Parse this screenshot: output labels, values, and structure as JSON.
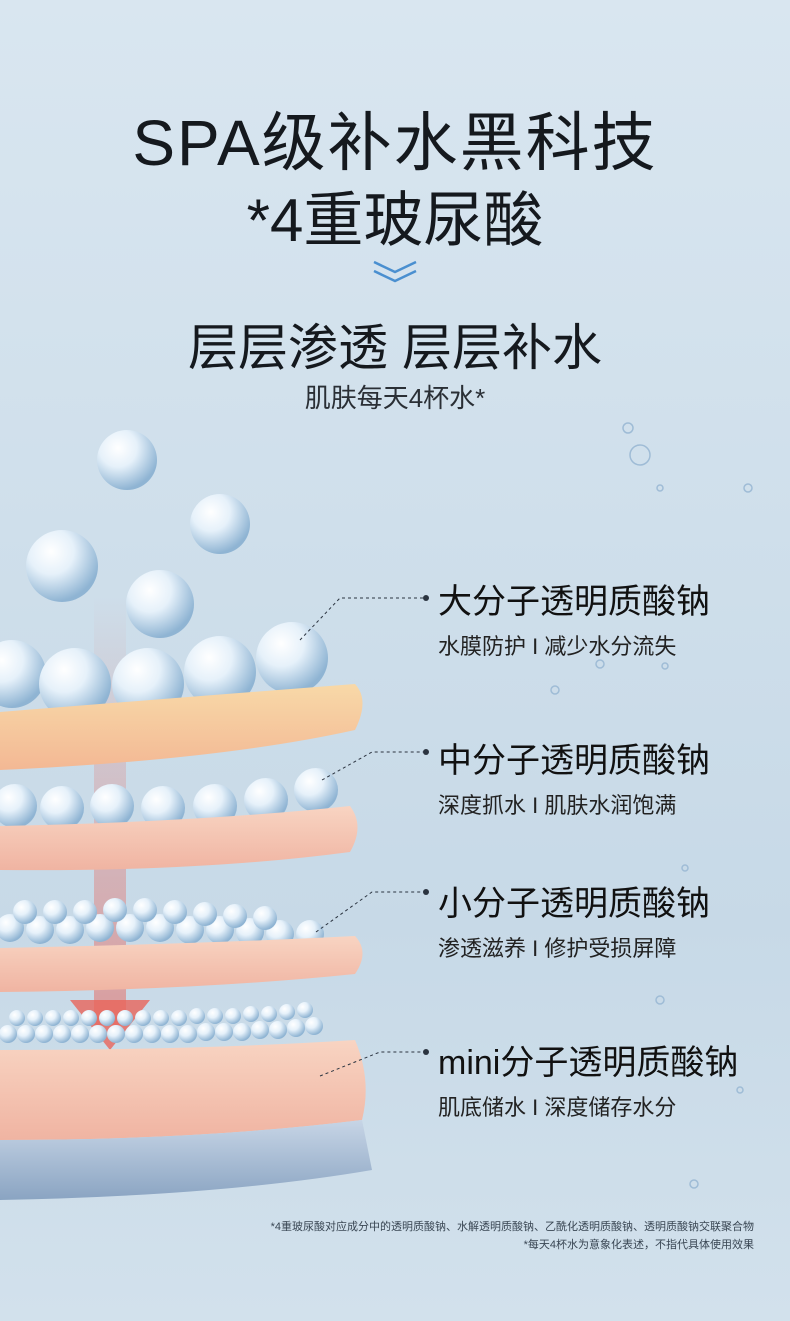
{
  "headline": {
    "line1": "SPA级补水黑科技",
    "line2": "*4重玻尿酸"
  },
  "subheadline": "层层渗透 层层补水",
  "tagline": "肌肤每天4杯水*",
  "layers": [
    {
      "name": "大分子透明质酸钠",
      "desc": "水膜防护 I 减少水分流失"
    },
    {
      "name": "中分子透明质酸钠",
      "desc": "深度抓水 I 肌肤水润饱满"
    },
    {
      "name": "小分子透明质酸钠",
      "desc": "渗透滋养 I 修护受损屏障"
    },
    {
      "name": "mini分子透明质酸钠",
      "desc": "肌底储水 I 深度储存水分"
    }
  ],
  "footnotes": [
    "*4重玻尿酸对应成分中的透明质酸钠、水解透明质酸钠、乙酰化透明质酸钠、透明质酸钠交联聚合物",
    "*每天4杯水为意象化表述，不指代具体使用效果"
  ],
  "colors": {
    "text": "#15191e",
    "accent_chevron": "#4a8fd0",
    "arrow": "#e8645a"
  }
}
